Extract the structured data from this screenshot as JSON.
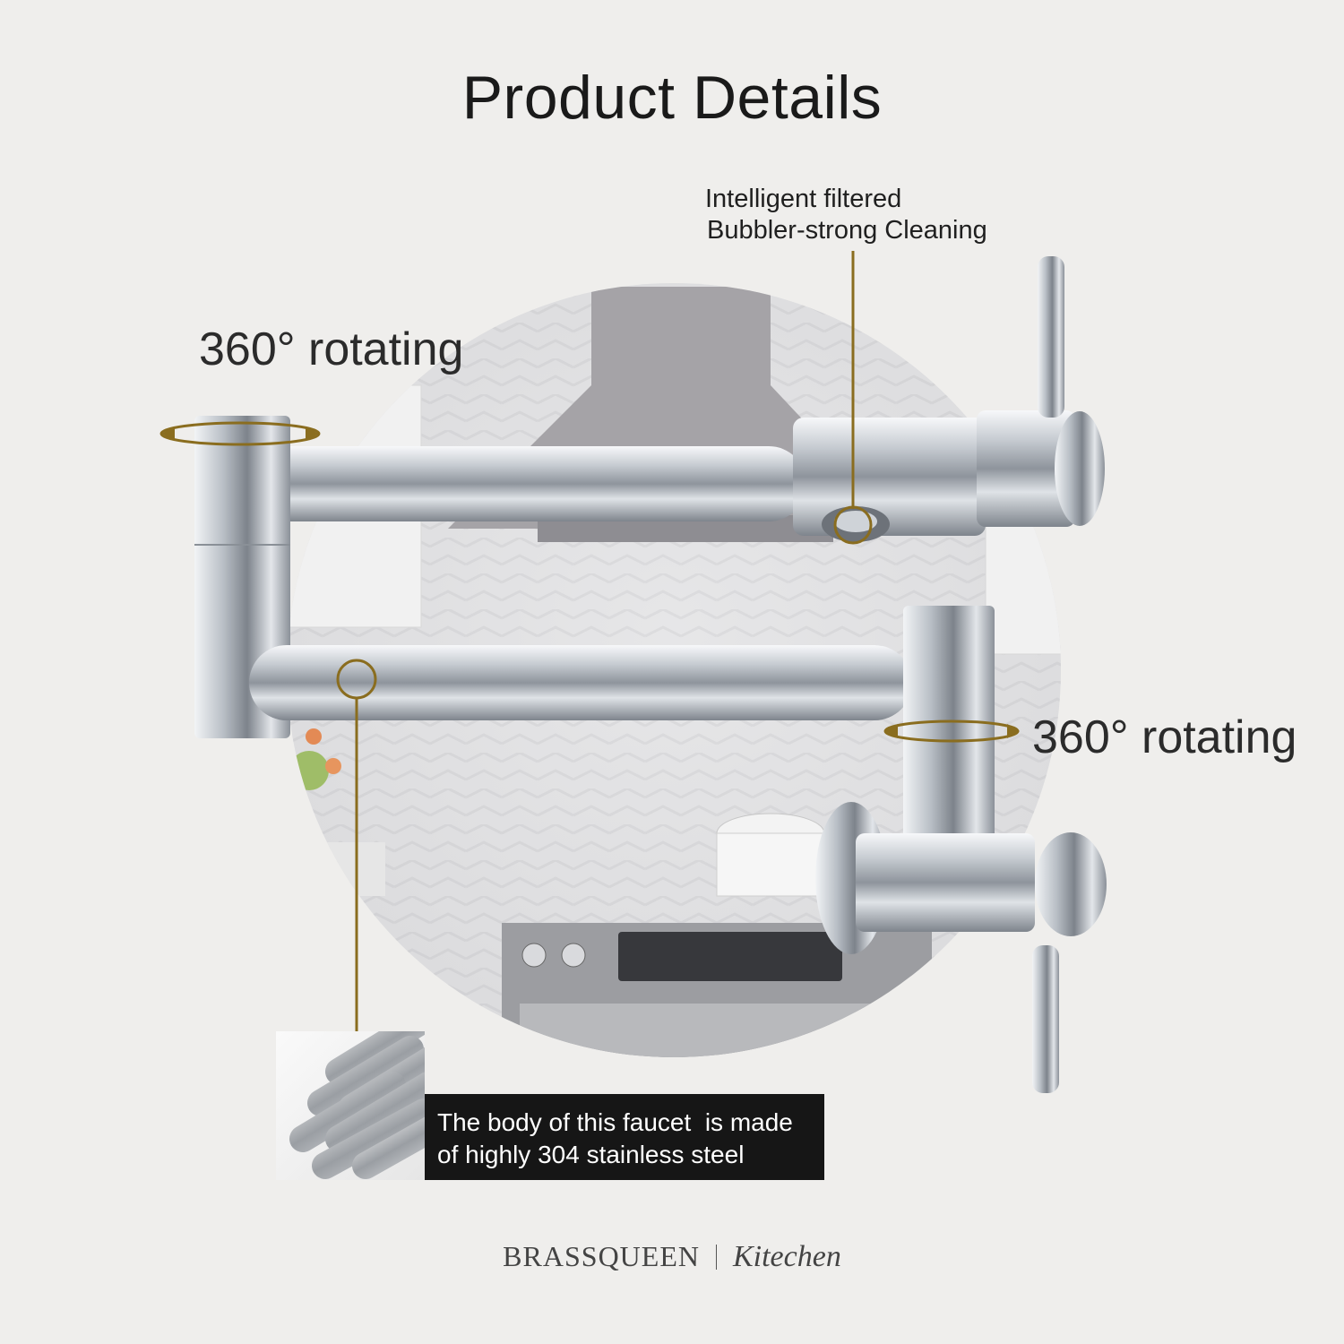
{
  "title": "Product Details",
  "callouts": {
    "rotate_top": "360° rotating",
    "rotate_bottom": "360° rotating",
    "filter_line1": "Intelligent filtered",
    "filter_line2": "Bubbler-strong Cleaning",
    "material_line1": "The body of this faucet  is made",
    "material_line2": "of highly 304 stainless steel"
  },
  "brand": {
    "name": "BRASSQUEEN",
    "sub": "Kitechen"
  },
  "colors": {
    "background": "#efeeec",
    "accent_gold": "#8a6d1f",
    "caption_bg": "#161616",
    "chrome": "#c9cdd2"
  }
}
